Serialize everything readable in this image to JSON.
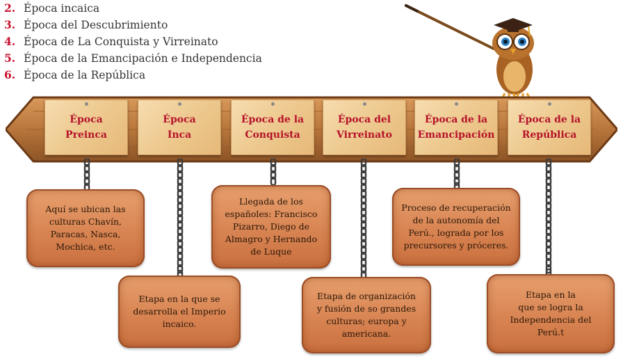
{
  "list": [
    {
      "num": "2.",
      "label": "Época incaica"
    },
    {
      "num": "3.",
      "label": "Época del Descubrimiento"
    },
    {
      "num": "4.",
      "label": "Época de La Conquista y Virreinato"
    },
    {
      "num": "5.",
      "label": "Época de la Emancipación e Independencia"
    },
    {
      "num": "6.",
      "label": "Época de la República"
    }
  ],
  "signs": [
    "Época\nPreinca",
    "Época\nInca",
    "Época de la\nConquista",
    "Época del\nVirreinato",
    "Época de la\nEmancipación",
    "Época de la\nRepública"
  ],
  "boards": [
    "Aquí se ubican las\nculturas Chavín,\nParacas, Nasca,\nMochica, etc.",
    "Etapa  en la que se\ndesarrolla el Imperio\nincaico.",
    "Llegada de los\nespañoles: Francisco\nPizarro, Diego de\nAlmagro y Hernando\nde Luque",
    "Etapa de organización\ny fusión de so grandes\nculturas; europa y\namericana.",
    "Proceso de recuperación\nde la autonomía del\nPerú., lograda por los\nprecursores y próceres.",
    "Etapa en la\nque se logra la\nIndependencia del\nPerú.t"
  ],
  "colors": {
    "list_number": "#c8102e",
    "sign_text": "#b5122a",
    "beam_wood": "#b8763b",
    "board_wood": "#d88452"
  }
}
